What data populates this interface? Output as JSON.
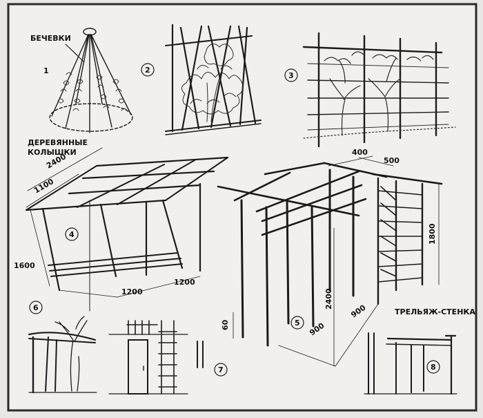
{
  "labels": {
    "strings": "БЕЧЕВКИ",
    "stakes_line1": "ДЕРЕВЯННЫЕ",
    "stakes_line2": "КОЛЫШКИ",
    "trellis_wall": "ТРЕЛЬЯЖ-СТЕНКА"
  },
  "figure_numbers": {
    "f1": "1",
    "f2": "2",
    "f3": "3",
    "f4": "4",
    "f5": "5",
    "f6": "6",
    "f7": "7",
    "f8": "8"
  },
  "dimensions": {
    "d2400_top": "2400",
    "d1100": "1100",
    "d1600": "1600",
    "d1200_a": "1200",
    "d1200_b": "1200",
    "d400": "400",
    "d500": "500",
    "d1800": "1800",
    "d2400_mid": "2400",
    "d900_a": "900",
    "d900_b": "900",
    "d60": "60"
  },
  "colors": {
    "ink": "#1a1a1a",
    "paper": "#f2f0ed",
    "border": "#2a2a2a"
  }
}
